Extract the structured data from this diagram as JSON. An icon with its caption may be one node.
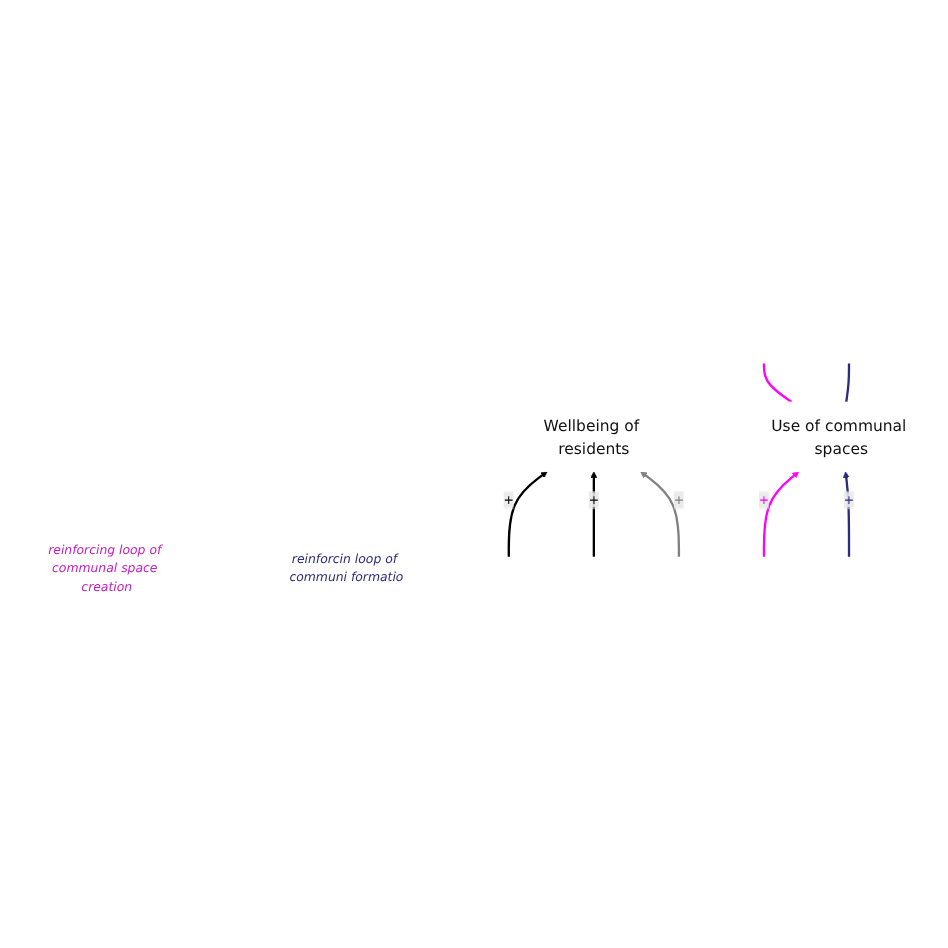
{
  "diagram": {
    "nodes": [
      {
        "text": [
          "Wellbeing of residents"
        ]
      },
      {
        "text": [
          "Use of communal spaces"
        ]
      },
      {
        "text": [
          "reinforcing loop of communal space creation"
        ]
      },
      {
        "text": [
          "reinforcin loop of communi formatio"
        ]
      }
    ],
    "edges": [
      {
        "from": null,
        "to": 0,
        "arrow": "to",
        "label": "+"
      },
      {
        "from": null,
        "to": 0,
        "arrow": "to",
        "label": "+"
      },
      {
        "from": null,
        "to": 0,
        "arrow": "to",
        "label": "+",
        "color": "#808080"
      },
      {
        "from": 1,
        "to": null,
        "arrow": "none",
        "color": "#ff00ff"
      },
      {
        "from": null,
        "to": 1,
        "arrow": "to",
        "label": "+",
        "color": "#ff00ff"
      },
      {
        "from": 1,
        "to": null,
        "arrow": "none",
        "color": "#2b2b7f"
      },
      {
        "from": null,
        "to": 1,
        "arrow": "to",
        "label": "+",
        "color": "#2b2b7f"
      }
    ]
  }
}
